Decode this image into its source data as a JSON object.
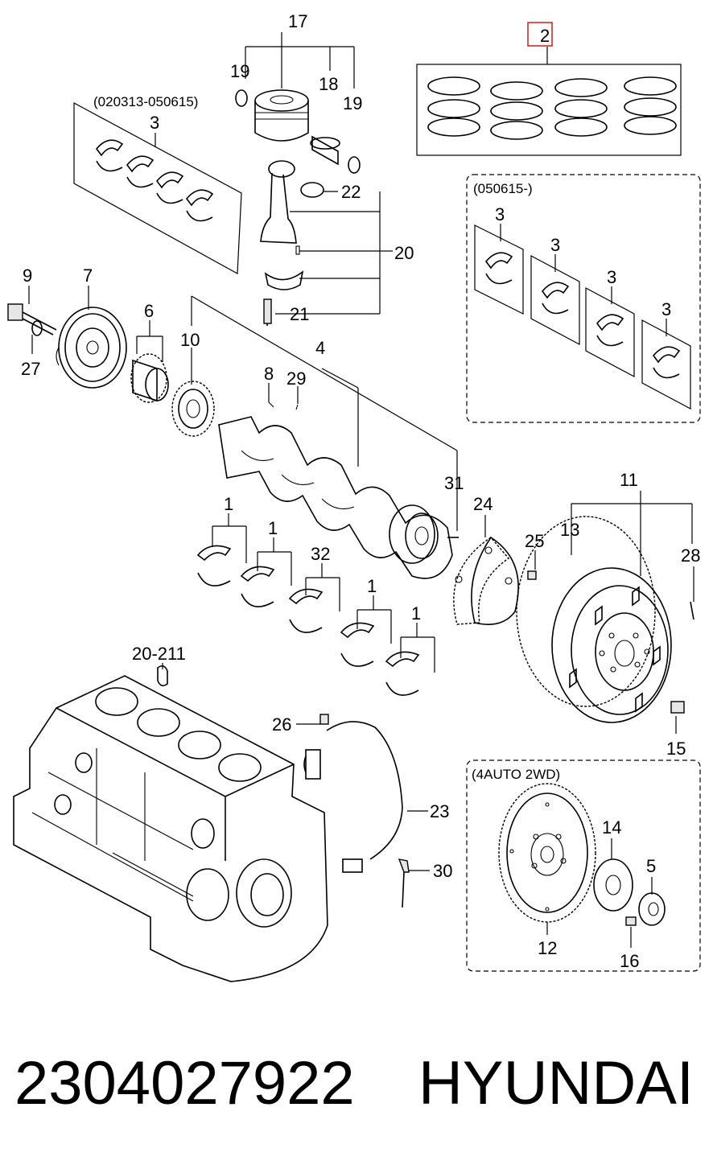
{
  "labels": {
    "l1a": "1",
    "l1b": "1",
    "l1c": "1",
    "l1d": "1",
    "l2": "2",
    "l3a": "3",
    "l3b": "3",
    "l3c": "3",
    "l3d": "3",
    "l3e": "3",
    "l4": "4",
    "l5": "5",
    "l6": "6",
    "l7": "7",
    "l8": "8",
    "l9": "9",
    "l10": "10",
    "l11": "11",
    "l12": "12",
    "l13": "13",
    "l14": "14",
    "l15": "15",
    "l16": "16",
    "l17": "17",
    "l18": "18",
    "l19a": "19",
    "l19b": "19",
    "l20": "20",
    "l21": "21",
    "l22": "22",
    "l23": "23",
    "l24": "24",
    "l25": "25",
    "l26": "26",
    "l27": "27",
    "l28": "28",
    "l29": "29",
    "l30": "30",
    "l31": "31",
    "l32": "32",
    "l20_211": "20-211"
  },
  "notes": {
    "bearing_set_early": "(020313-050615)",
    "bearing_set_late": "(050615-)",
    "auto_option": "(4AUTO 2WD)"
  },
  "highlight_color": "#d62a2a",
  "footer": {
    "part_number": "2304027922",
    "brand": "HYUNDAI"
  }
}
